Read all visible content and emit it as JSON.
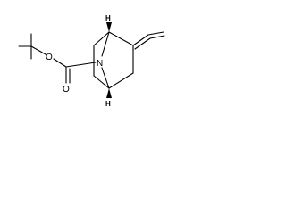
{
  "molecule": {
    "atoms": {
      "ring_nitrogen": "N",
      "carbonyl_oxygen": "O",
      "ester_oxygen": "O",
      "bridgehead_top_h": "H",
      "bridgehead_bottom_h": "H"
    }
  }
}
